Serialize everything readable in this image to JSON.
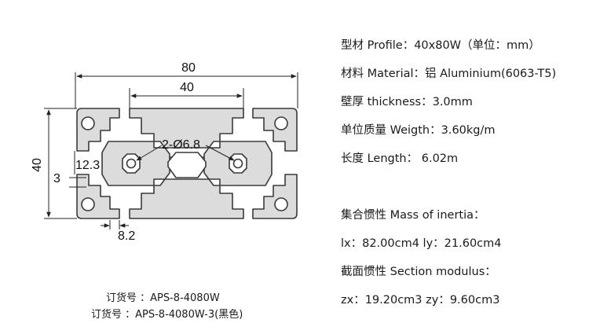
{
  "drawing": {
    "dim_width": "80",
    "dim_inner_width": "40",
    "dim_height": "40",
    "dim_hole": "2-Ø6.8",
    "dim_slot_depth": "12.3",
    "dim_wall": "3",
    "dim_slot_width": "8.2",
    "colors": {
      "profile_fill": "#dcdcdc",
      "profile_stroke": "#3a3a3a",
      "dimension_line": "#222222"
    }
  },
  "specs": [
    "型材 Profile：40x80W（单位：mm）",
    "材料 Material：铝 Aluminium(6063-T5)",
    "壁厚 thickness：3.0mm",
    "单位质量 Weigth：3.60kg/m",
    "长度 Length： 6.02m",
    "集合惯性 Mass of inertia：",
    "lx：82.00cm4   ly：21.60cm4",
    "截面惯性 Section modulus：",
    "zx：19.20cm3  zy：9.60cm3"
  ],
  "order_numbers": [
    "订货号 ：APS-8-4080W",
    "订货号 ：APS-8-4080W-3(黑色)"
  ]
}
